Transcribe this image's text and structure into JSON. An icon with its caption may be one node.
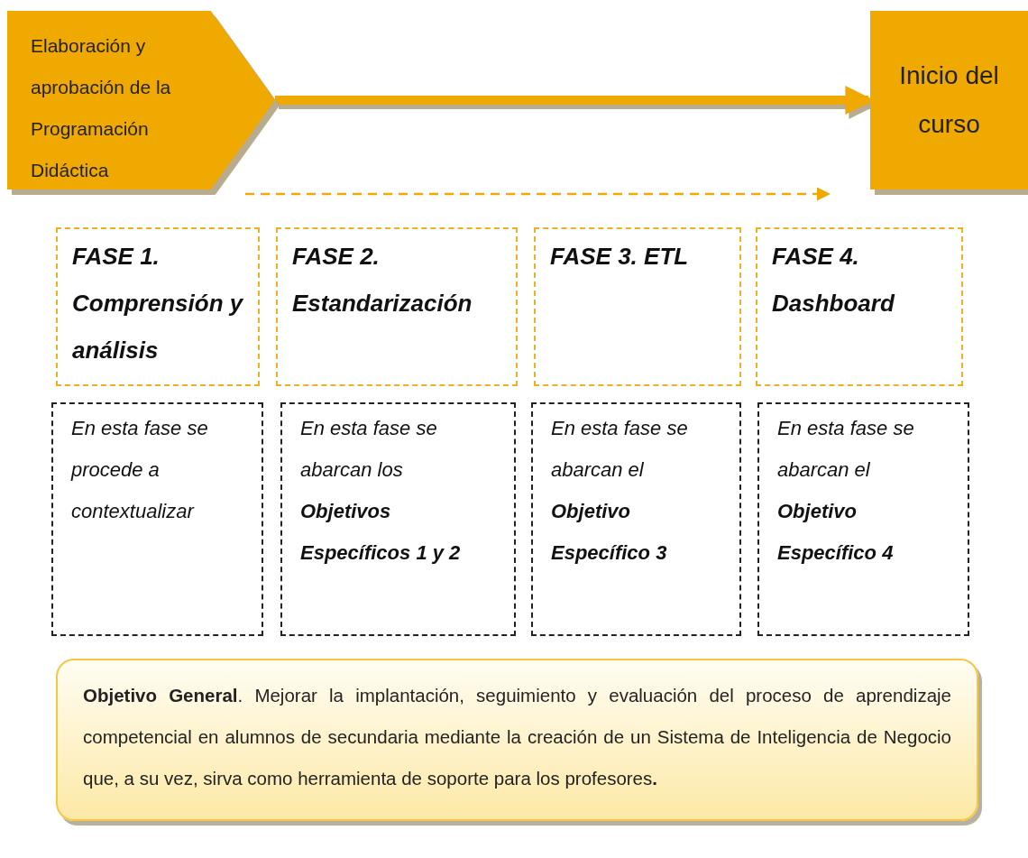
{
  "diagram": {
    "nodes": [
      {
        "text": [
          "Elaboración y aprobación de la Programación Didáctica"
        ]
      },
      {
        "text": [
          "Inicio del curso"
        ]
      },
      {
        "text": [
          "FASE 1. Comprensión y análisis"
        ]
      },
      {
        "text": [
          "FASE 2. Estandarización"
        ]
      },
      {
        "text": [
          "FASE 3. ETL"
        ]
      },
      {
        "text": [
          "FASE 4. Dashboard"
        ]
      },
      {
        "text": [
          "En esta fase se procede a contextualizar"
        ]
      },
      {
        "text": [
          "En esta fase se abarcan los **Objetivos Específicos 1 y 2**"
        ]
      },
      {
        "text": [
          "En esta fase se abarcan el **Objetivo Específico 3**"
        ]
      },
      {
        "text": [
          "En esta fase se abarcan el **Objetivo Específico 4**"
        ]
      },
      {
        "text": [
          "**Objetivo General**. Mejorar la implantación, seguimiento y evaluación del proceso de aprendizaje competencial en alumnos de secundaria mediante la creación de un Sistema de Inteligencia de Negocio que, a su vez, sirva como herramienta de soporte para los profesores**.**"
        ]
      }
    ],
    "edges": [
      {
        "from": 0,
        "to": 1,
        "arrow": "to"
      }
    ]
  }
}
